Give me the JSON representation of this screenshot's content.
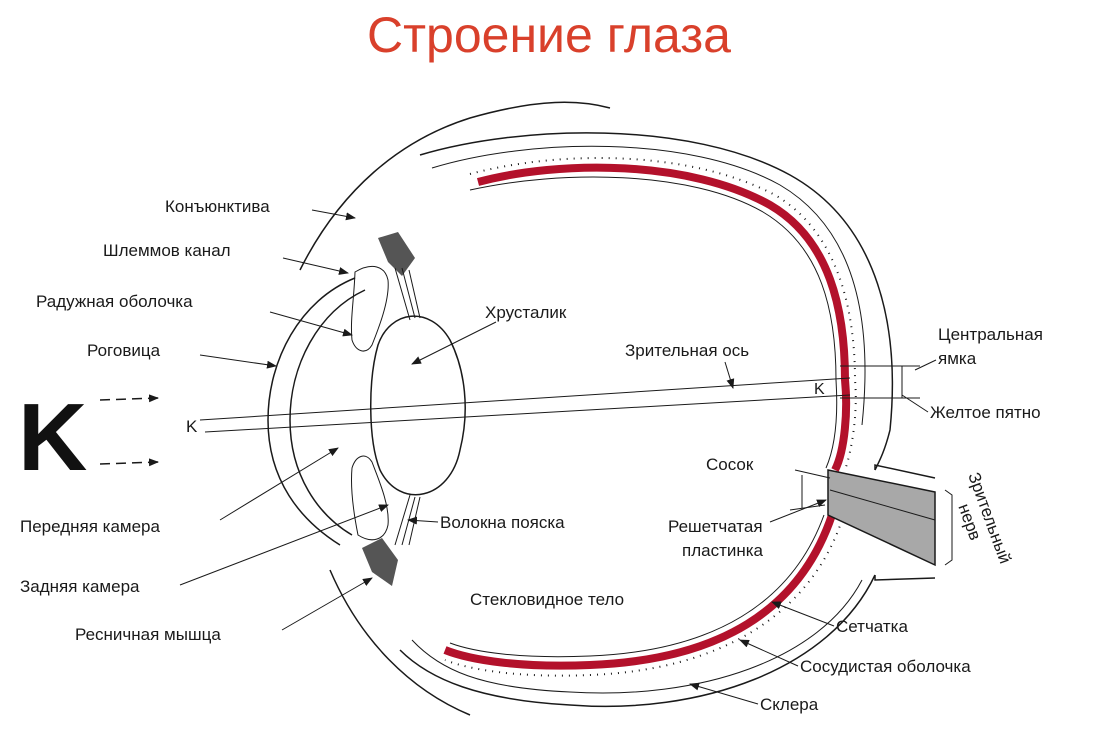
{
  "title": "Строение глаза",
  "big_letter": "K",
  "small_letter": "K",
  "fovea_letter": "K",
  "labels": {
    "conjunctiva": "Конъюнктива",
    "schlemm_canal": "Шлеммов канал",
    "iris": "Радужная  оболочка",
    "cornea": "Роговица",
    "anterior_chamber": "Передняя камера",
    "posterior_chamber": "Задняя камера",
    "ciliary_muscle": "Ресничная мышца",
    "lens": "Хрусталик",
    "visual_axis": "Зрительная ось",
    "zonule_fibers": "Волокна пояска",
    "vitreous_body": "Стекловидное тело",
    "fovea_line1": "Центральная",
    "fovea_line2": "ямка",
    "macula": "Желтое пятно",
    "optic_disc": "Сосок",
    "lamina_line1": "Решетчатая",
    "lamina_line2": "пластинка",
    "optic_nerve_line1": "Зрительный",
    "optic_nerve_line2": "нерв",
    "retina": "Сетчатка",
    "choroid": "Сосудистая оболочка",
    "sclera": "Склера"
  },
  "colors": {
    "title": "#d9402b",
    "choroid": "#b3112b",
    "nerve": "#a8a8a8",
    "ink": "#1a1a1a"
  }
}
